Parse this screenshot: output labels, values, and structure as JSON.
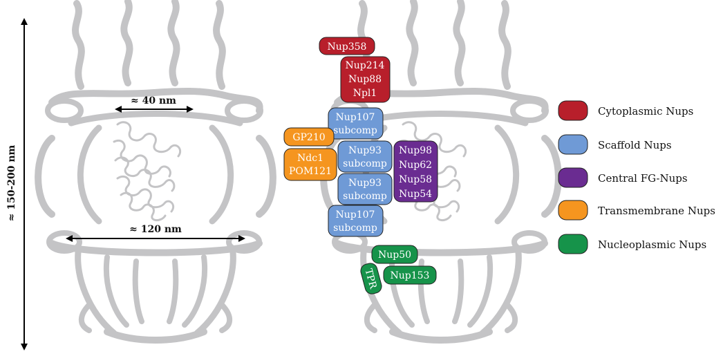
{
  "dimensions": {
    "height_label": "≈ 150-200 nm",
    "top_width_label": "≈ 40 nm",
    "bottom_width_label": "≈ 120 nm"
  },
  "colors": {
    "cytoplasmic": "#b81f2b",
    "scaffold": "#6f9ad6",
    "central_fg": "#6a2c91",
    "transmembrane": "#f5951f",
    "nucleoplasmic": "#16934a",
    "pore_outline": "#c4c4c6"
  },
  "nups": {
    "nup358": "Nup358",
    "nup214_l1": "Nup214",
    "nup214_l2": "Nup88",
    "nup214_l3": "Npl1",
    "nup107_top_l1": "Nup107",
    "nup107_top_l2": "subcomp",
    "gp210": "GP210",
    "ndc1_l1": "Ndc1",
    "ndc1_l2": "POM121",
    "nup93_a_l1": "Nup93",
    "nup93_a_l2": "subcomp",
    "nup93_b_l1": "Nup93",
    "nup93_b_l2": "subcomp",
    "nup107_bot_l1": "Nup107",
    "nup107_bot_l2": "subcomp",
    "fg_l1": "Nup98",
    "fg_l2": "Nup62",
    "fg_l3": "Nup58",
    "fg_l4": "Nup54",
    "nup50": "Nup50",
    "nup153": "Nup153",
    "tpr": "TPR"
  },
  "legend": [
    {
      "label": "Cytoplasmic Nups",
      "color": "#b81f2b"
    },
    {
      "label": "Scaffold Nups",
      "color": "#6f9ad6"
    },
    {
      "label": "Central FG-Nups",
      "color": "#6a2c91"
    },
    {
      "label": "Transmembrane Nups",
      "color": "#f5951f"
    },
    {
      "label": "Nucleoplasmic Nups",
      "color": "#16934a"
    }
  ]
}
